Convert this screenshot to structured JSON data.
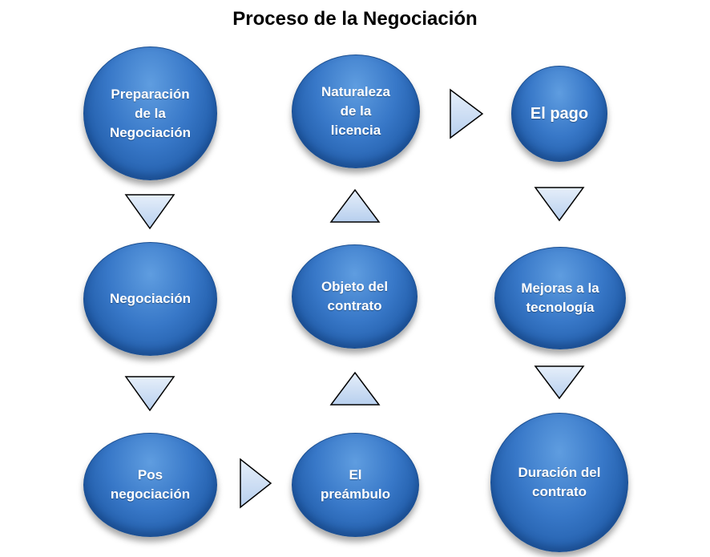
{
  "title": "Proceso de la Negociación",
  "colors": {
    "node": "#2f6fbf",
    "arrow_fill": "#c9dcf5",
    "arrow_stroke": "#000000"
  },
  "nodes": [
    {
      "id": "preparacion",
      "label": "Preparación\nde la\nNegociación"
    },
    {
      "id": "negociacion",
      "label": "Negociación"
    },
    {
      "id": "pos",
      "label": "Pos\nnegociación"
    },
    {
      "id": "preambulo",
      "label": "El\npreámbulo"
    },
    {
      "id": "objeto",
      "label": "Objeto del\ncontrato"
    },
    {
      "id": "naturaleza",
      "label": "Naturaleza\nde la\nlicencia"
    },
    {
      "id": "pago",
      "label": "El pago"
    },
    {
      "id": "mejoras",
      "label": "Mejoras a la\ntecnología"
    },
    {
      "id": "duracion",
      "label": "Duración del\ncontrato"
    }
  ]
}
